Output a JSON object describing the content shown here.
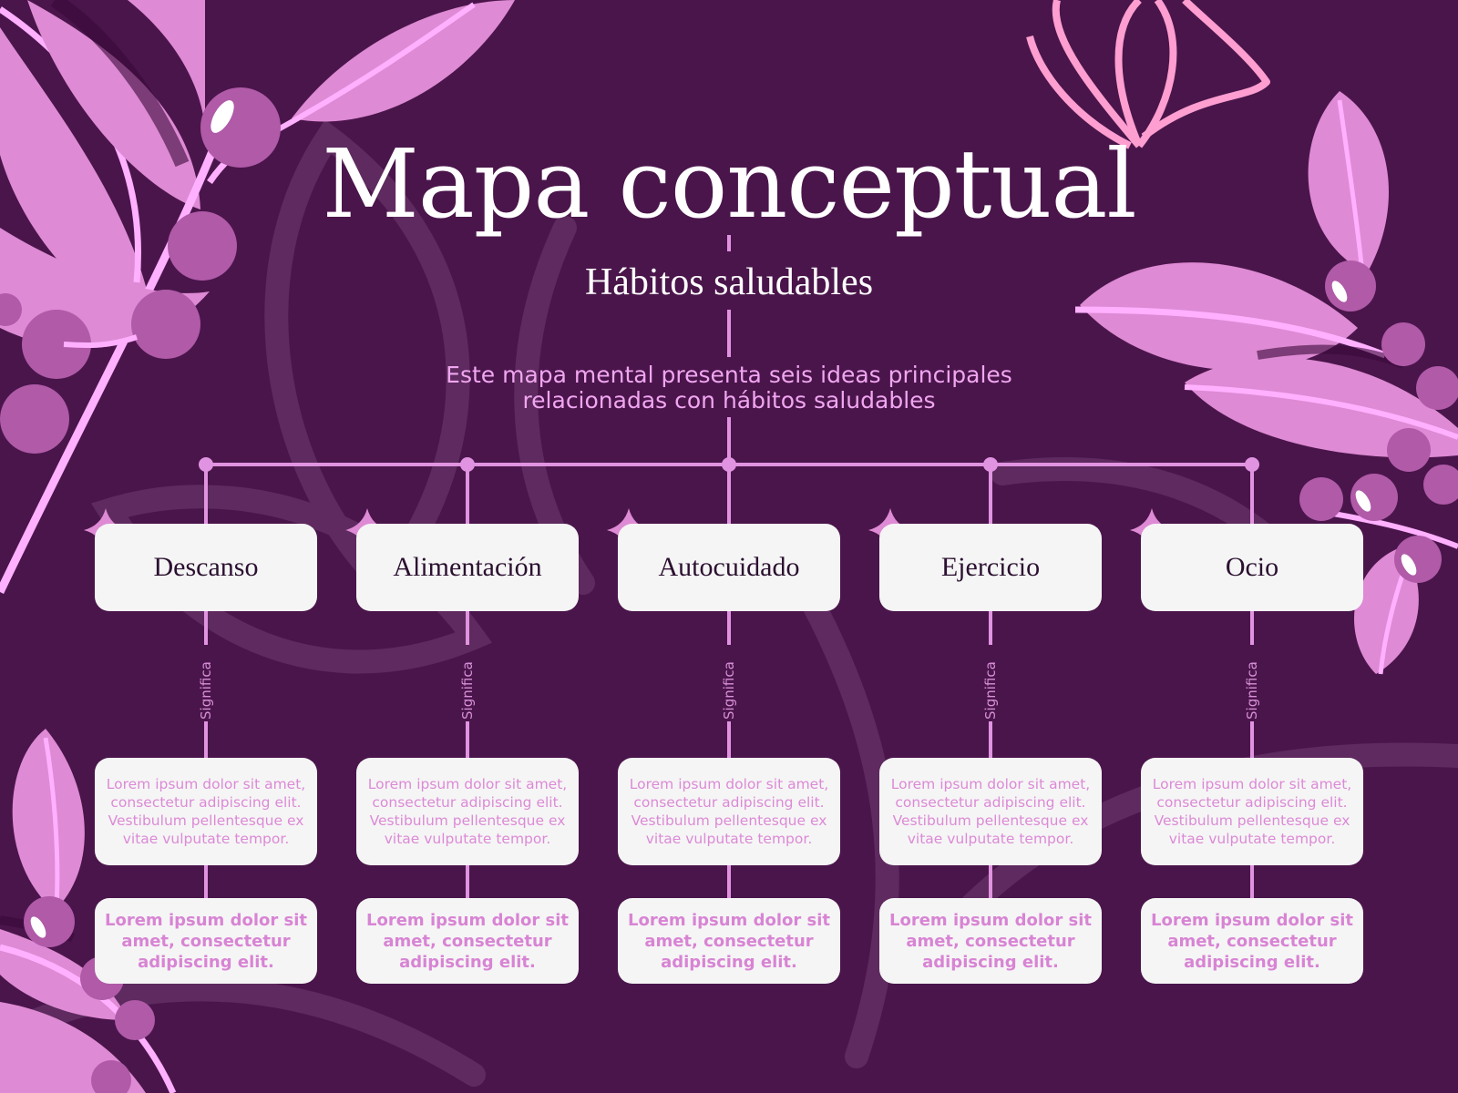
{
  "title": "Mapa conceptual",
  "subtitle": "Hábitos saludables",
  "description": {
    "line1": "Este mapa mental presenta seis ideas principales",
    "line2": "relacionadas con hábitos saludables"
  },
  "colors": {
    "background": "#4a154b",
    "connector": "#e093e0",
    "card": "#f5f5f5",
    "leaf": "#de8ad4",
    "berry": "#b05aa8"
  },
  "topics": [
    {
      "label": "Descanso",
      "connector": "Significa",
      "detail": "Lorem ipsum dolor sit amet, consectetur adipiscing elit. Vestibulum pellentesque ex vitae vulputate tempor.",
      "summary": "Lorem ipsum dolor sit amet, consectetur adipiscing elit."
    },
    {
      "label": "Alimentación",
      "connector": "Significa",
      "detail": "Lorem ipsum dolor sit amet, consectetur adipiscing elit. Vestibulum pellentesque ex vitae vulputate tempor.",
      "summary": "Lorem ipsum dolor sit amet, consectetur adipiscing elit."
    },
    {
      "label": "Autocuidado",
      "connector": "Significa",
      "detail": "Lorem ipsum dolor sit amet, consectetur adipiscing elit. Vestibulum pellentesque ex vitae vulputate tempor.",
      "summary": "Lorem ipsum dolor sit amet, consectetur adipiscing elit."
    },
    {
      "label": "Ejercicio",
      "connector": "Significa",
      "detail": "Lorem ipsum dolor sit amet, consectetur adipiscing elit. Vestibulum pellentesque ex vitae vulputate tempor.",
      "summary": "Lorem ipsum dolor sit amet, consectetur adipiscing elit."
    },
    {
      "label": "Ocio",
      "connector": "Significa",
      "detail": "Lorem ipsum dolor sit amet, consectetur adipiscing elit. Vestibulum pellentesque ex vitae vulputate tempor.",
      "summary": "Lorem ipsum dolor sit amet, consectetur adipiscing elit."
    }
  ]
}
